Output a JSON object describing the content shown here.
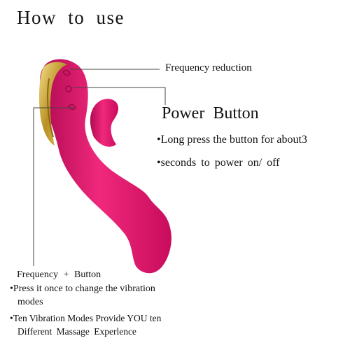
{
  "title": "How to use",
  "labels": {
    "frequency_reduction": "Frequency reduction",
    "power_button": "Power Button",
    "power_bullets": [
      "Long press the button for about3",
      "seconds to power on/ off"
    ],
    "frequency_plus": "Frequency +  Button",
    "freq_bullets": [
      "Press it once to change the vibration",
      "modes",
      "Ten Vibration Modes Provide YOU ten",
      "Different  Massage  Experlence"
    ],
    "bullet_glyph": "•"
  },
  "colors": {
    "device": "#e8116e",
    "device_shadow": "#b00a52",
    "gold": "#c9a53a",
    "leader_line": "#444444"
  }
}
